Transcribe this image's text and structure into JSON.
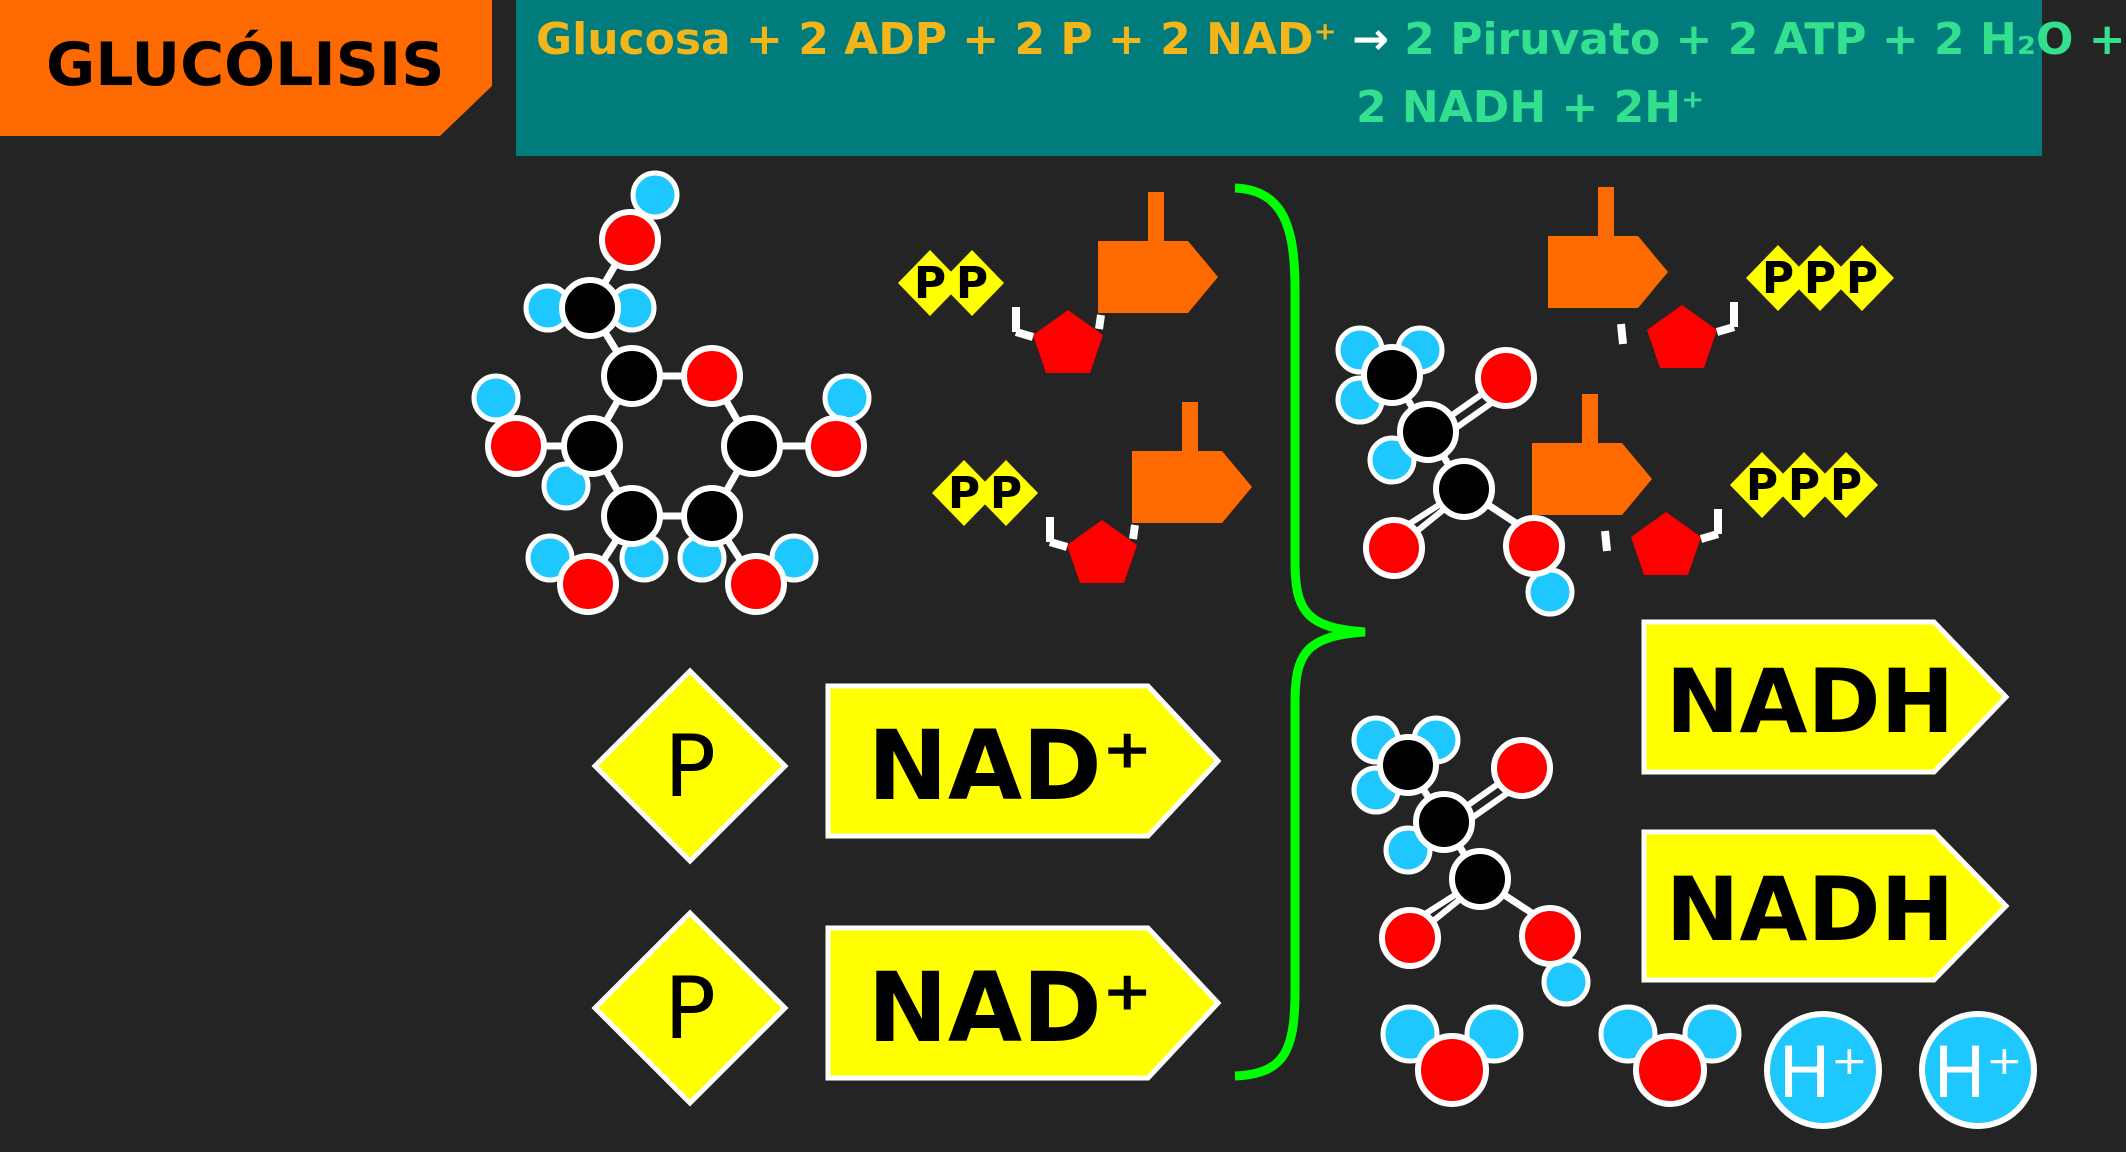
{
  "title": "GLUCÓLISIS",
  "equation": {
    "reactants": "Glucosa + 2 ADP + 2 P + 2 NAD⁺",
    "arrow": "→",
    "products_line1": "2 Piruvato + 2 ATP + 2 H₂O +",
    "products_line2": "2 NADH + 2H⁺"
  },
  "labels": {
    "phosphate": "P",
    "nad_plus": "NAD⁺",
    "nadh": "NADH",
    "proton": "H⁺"
  },
  "colors": {
    "title_bg": "#ff6a00",
    "equation_bg": "#007c7c",
    "reactant_text": "#f2b51a",
    "product_text": "#33e08f",
    "carbon": "#000000",
    "oxygen": "#ff0000",
    "hydrogen": "#1ec8ff",
    "phosphate": "#ffff00",
    "base": "#ff6a00",
    "ribose": "#ff0000",
    "brace": "#00ff00"
  }
}
